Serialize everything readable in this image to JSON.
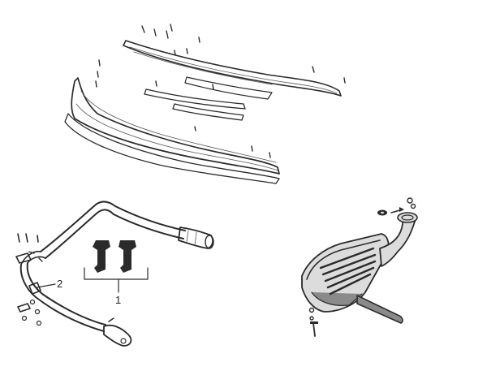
{
  "diagram": {
    "callouts": [
      {
        "label": "1",
        "part": "mounting-bracket-pair"
      },
      {
        "label": "2",
        "part": "crash-bar-clamp"
      }
    ],
    "colors": {
      "ink": "#2b2b2b",
      "background": "#ffffff"
    }
  }
}
